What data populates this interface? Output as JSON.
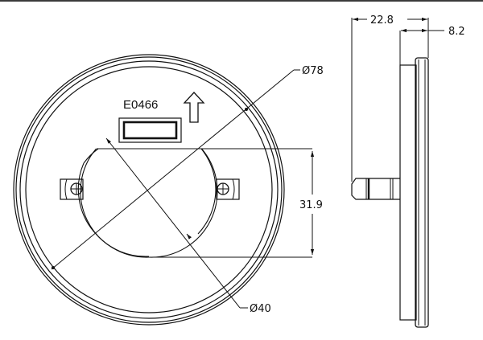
{
  "drawing": {
    "front_view": {
      "part_label": "E0466",
      "outer_diameter_label": "Ø78",
      "inner_diameter_label": "Ø40",
      "window_height_label": "31.9",
      "orientation_arrow": "up-arrow-icon"
    },
    "side_view": {
      "overall_depth_label": "22.8",
      "flange_depth_label": "8.2"
    },
    "colors": {
      "line": "#111111",
      "background": "#ffffff",
      "top_rule": "#3a3a3a"
    }
  }
}
